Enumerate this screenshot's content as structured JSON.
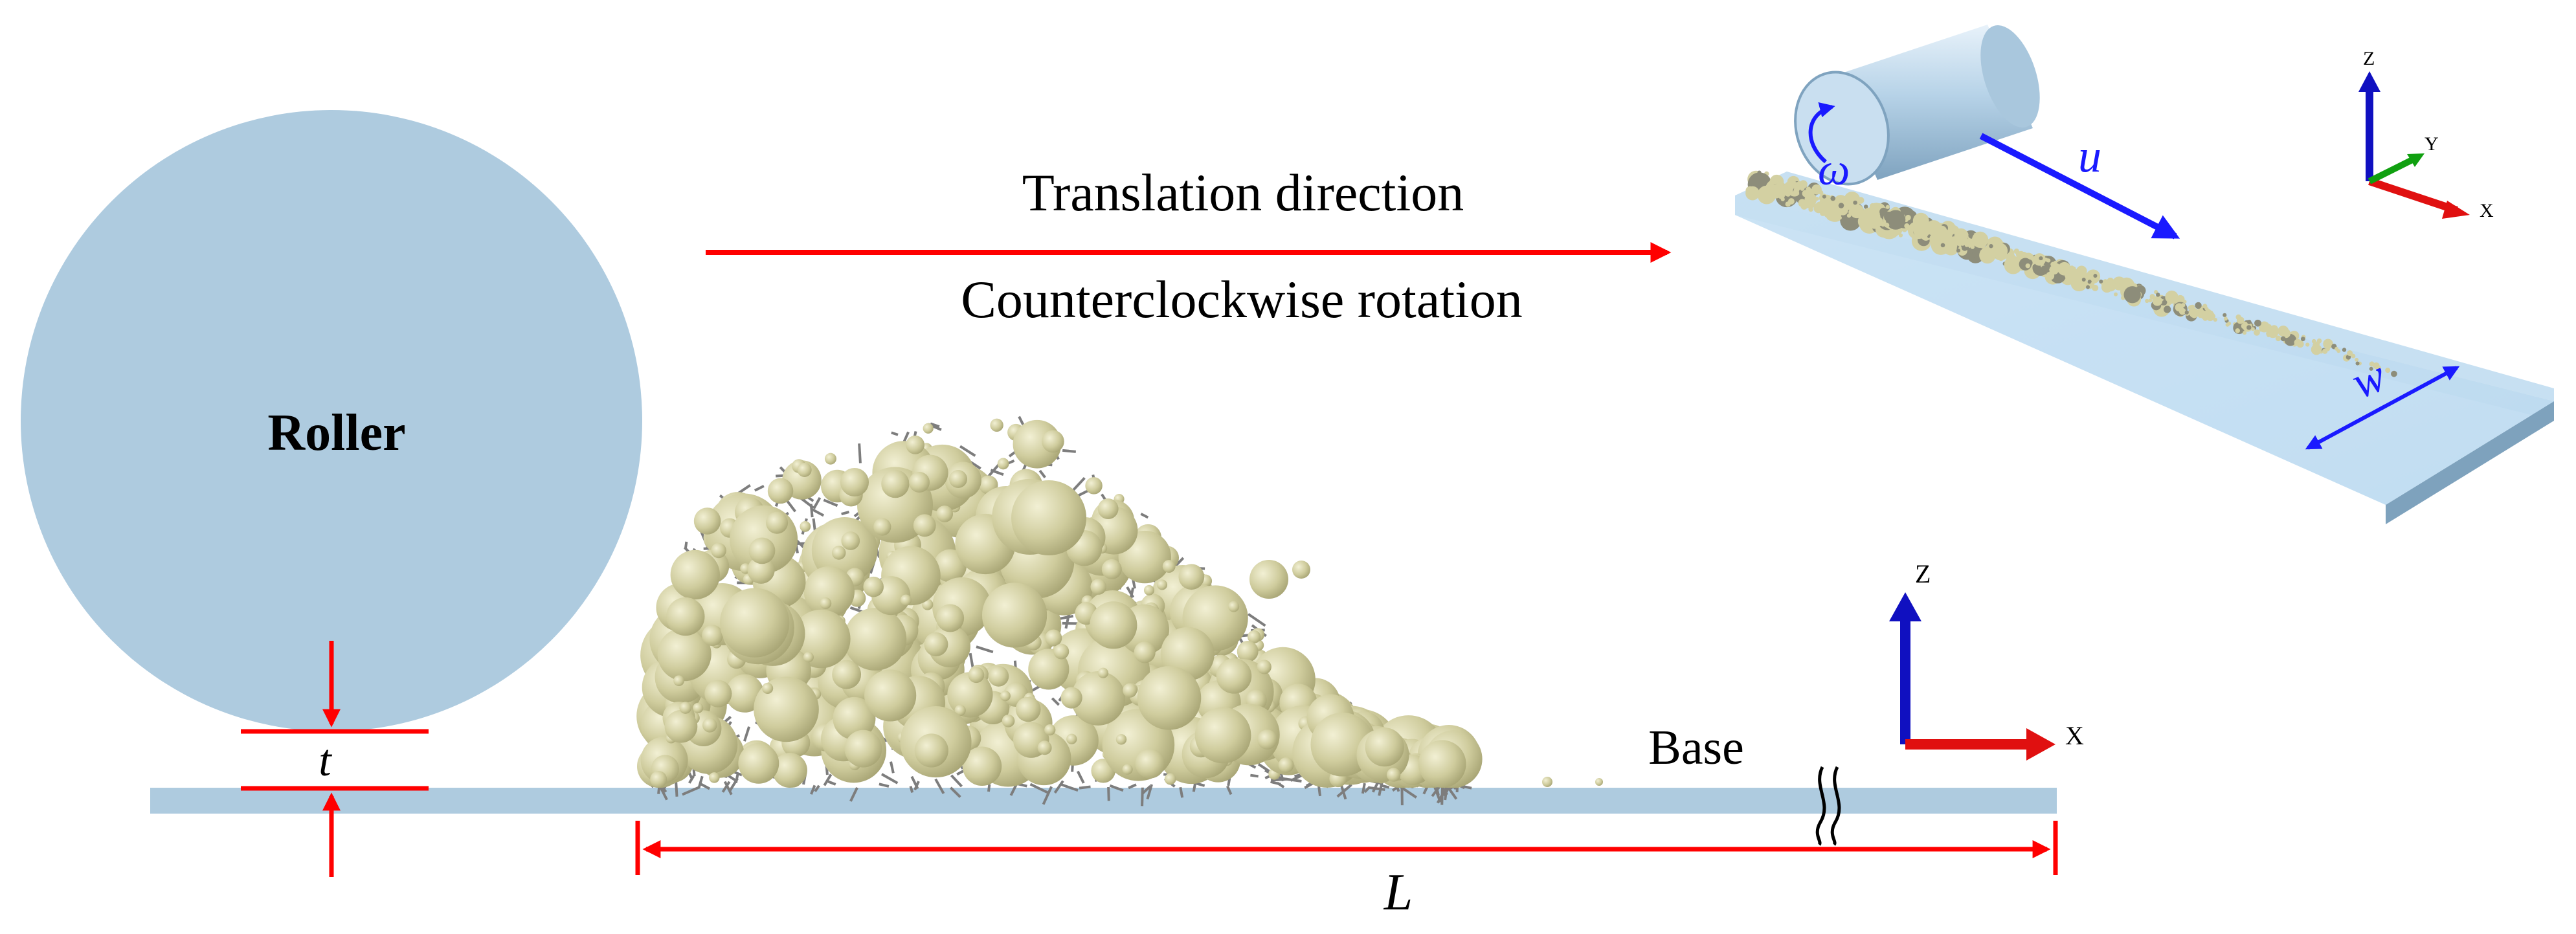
{
  "labels": {
    "translation": "Translation direction",
    "rotation": "Counterclockwise rotation",
    "roller": "Roller",
    "base": "Base",
    "t": "t",
    "L": "L",
    "u": "u",
    "w": "w",
    "omega": "ω"
  },
  "axes_side": {
    "z": "Z",
    "x": "X"
  },
  "axes_iso": {
    "z": "Z",
    "y": "Y",
    "x": "X"
  },
  "colors": {
    "roller": "#aecbdf",
    "base": "#aecbdf",
    "particle": "#cfcc9d",
    "fiber": "#8a8a8a",
    "arrow_red": "#ff0000",
    "arrow_blue": "#1a1aff",
    "axis_z": "#1010c0",
    "axis_x": "#e01010",
    "axis_y": "#10a010"
  }
}
